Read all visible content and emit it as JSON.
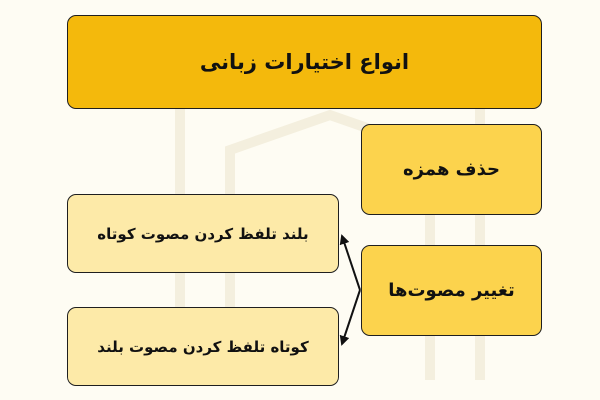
{
  "diagram": {
    "title": "انواع اختیارات زبانی",
    "branches": [
      {
        "label": "حذف همزه"
      },
      {
        "label": "تغییر مصوت‌ها",
        "children": [
          {
            "label": "بلند تلفظ کردن مصوت کوتاه"
          },
          {
            "label": "کوتاه تلفظ کردن مصوت بلند"
          }
        ]
      }
    ]
  },
  "colors": {
    "title_fill": "#f4b90c",
    "branch_fill": "#fcd34d",
    "leaf_fill": "#fdeaa8",
    "border": "#1f1f1f",
    "background": "#fefcf3"
  }
}
